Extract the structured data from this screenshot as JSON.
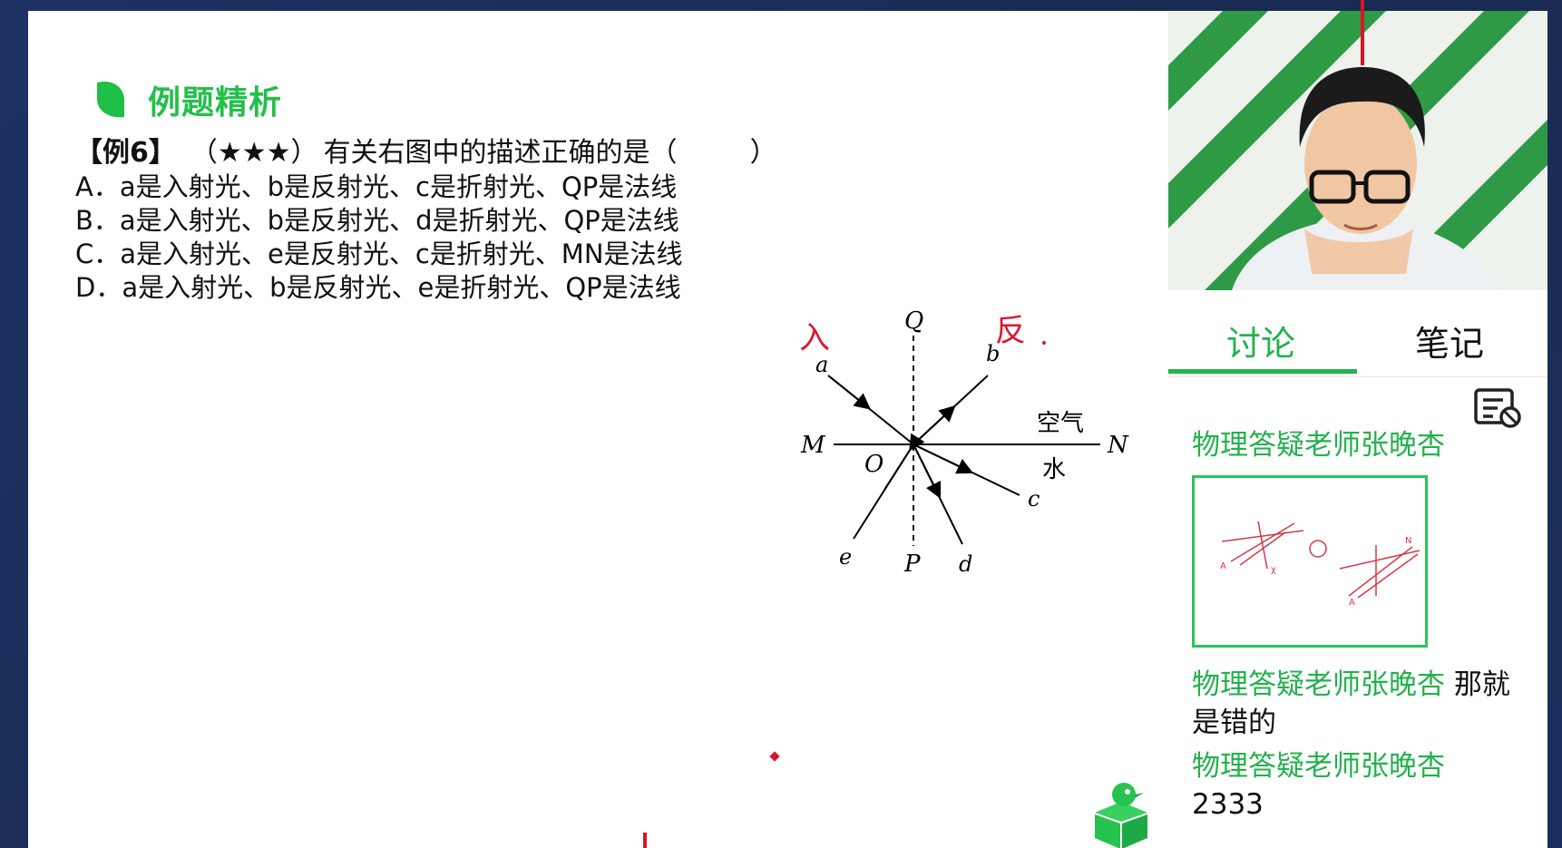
{
  "section": {
    "title": "例题精析"
  },
  "question": {
    "tag": "【例6】",
    "stars": "（★★★）",
    "text": "有关右图中的描述正确的是（",
    "close": "）",
    "options": [
      "A．a是入射光、b是反射光、c是折射光、QP是法线",
      "B．a是入射光、b是反射光、d是折射光、QP是法线",
      "C．a是入射光、e是反射光、c是折射光、MN是法线",
      "D．a是入射光、b是反射光、e是折射光、QP是法线"
    ]
  },
  "diagram": {
    "labels": {
      "Q": "Q",
      "P": "P",
      "M": "M",
      "N": "N",
      "O": "O",
      "a": "a",
      "b": "b",
      "c": "c",
      "d": "d",
      "e": "e",
      "air": "空气",
      "water": "水"
    },
    "annotations": {
      "in": "入",
      "reflect": "反"
    },
    "annotation_color": "#e0142c"
  },
  "tabs": [
    {
      "label": "讨论",
      "active": true
    },
    {
      "label": "笔记",
      "active": false
    }
  ],
  "chat": {
    "messages": [
      {
        "name": "物理答疑老师张晚杏",
        "text": "",
        "has_image": true
      },
      {
        "name": "物理答疑老师张晚杏",
        "text": "那就是错的"
      },
      {
        "name": "物理答疑老师张晚杏",
        "text": "2333"
      }
    ]
  },
  "colors": {
    "accent": "#22b24c",
    "background": "#1b2d58"
  },
  "icons": {
    "filter": "filter-icon",
    "section": "leaf-icon",
    "logo": "app-logo-icon"
  }
}
